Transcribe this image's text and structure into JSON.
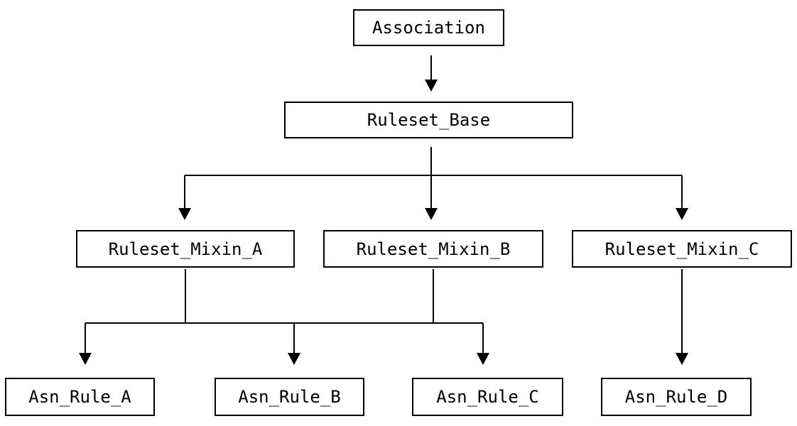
{
  "diagram": {
    "type": "inheritance-tree",
    "nodes": [
      {
        "id": "association",
        "label": "Association"
      },
      {
        "id": "ruleset_base",
        "label": "Ruleset_Base"
      },
      {
        "id": "ruleset_mixin_a",
        "label": "Ruleset_Mixin_A"
      },
      {
        "id": "ruleset_mixin_b",
        "label": "Ruleset_Mixin_B"
      },
      {
        "id": "ruleset_mixin_c",
        "label": "Ruleset_Mixin_C"
      },
      {
        "id": "asn_rule_a",
        "label": "Asn_Rule_A"
      },
      {
        "id": "asn_rule_b",
        "label": "Asn_Rule_B"
      },
      {
        "id": "asn_rule_c",
        "label": "Asn_Rule_C"
      },
      {
        "id": "asn_rule_d",
        "label": "Asn_Rule_D"
      }
    ],
    "edges": [
      {
        "from": [
          "Association"
        ],
        "to": [
          "Ruleset_Base"
        ]
      },
      {
        "from": [
          "Ruleset_Base"
        ],
        "to": [
          "Ruleset_Mixin_A",
          "Ruleset_Mixin_B",
          "Ruleset_Mixin_C"
        ]
      },
      {
        "from": [
          "Ruleset_Mixin_A",
          "Ruleset_Mixin_B"
        ],
        "to": [
          "Asn_Rule_A",
          "Asn_Rule_B",
          "Asn_Rule_C"
        ]
      },
      {
        "from": [
          "Ruleset_Mixin_C"
        ],
        "to": [
          "Asn_Rule_D"
        ]
      }
    ],
    "colors": {
      "background": "#ffffff",
      "box_fill": "#ffffff",
      "box_border": "#000000",
      "line": "#000000",
      "text": "#000000"
    }
  }
}
